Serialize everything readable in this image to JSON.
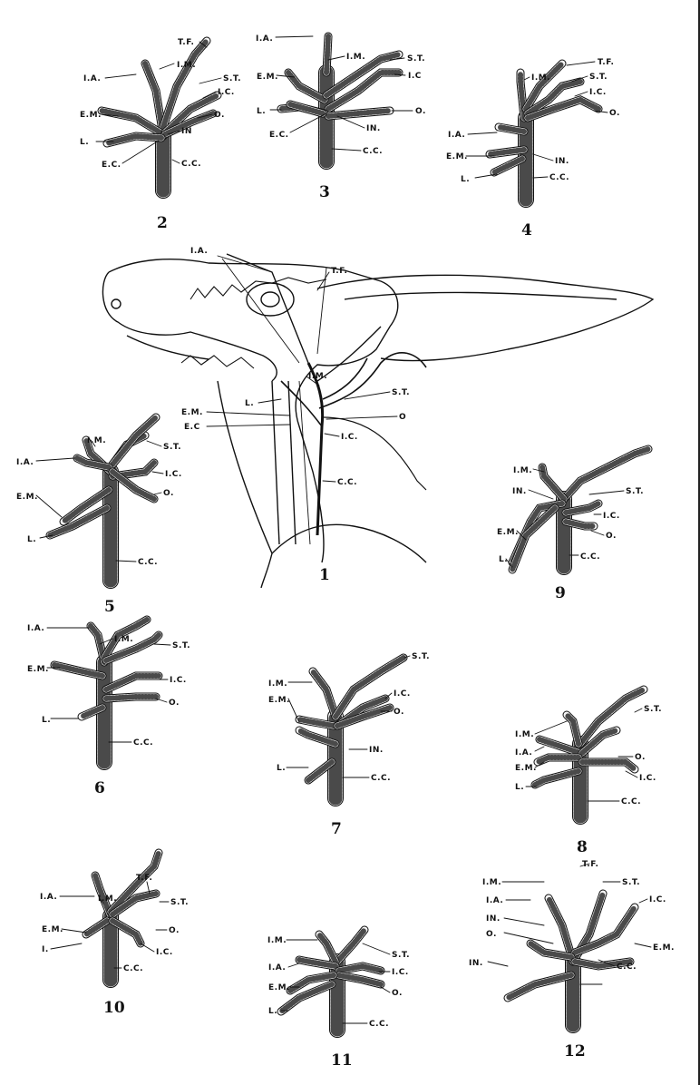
{
  "figures": [
    {
      "num": "1",
      "labels": [
        "I.A.",
        "T.F.",
        "I.M.",
        "L.",
        "S.T.",
        "E.M.",
        "E.C",
        "O",
        "I.C.",
        "C.C."
      ]
    },
    {
      "num": "2",
      "labels": [
        "T.F.",
        "I.A.",
        "I.M.",
        "S.T.",
        "I.C.",
        "E.M.",
        "O.",
        "L.",
        "IN",
        "E.C.",
        "C.C."
      ]
    },
    {
      "num": "3",
      "labels": [
        "I.A.",
        "I.M.",
        "S.T.",
        "E.M.",
        "I.C",
        "L.",
        "O.",
        "E.C.",
        "IN.",
        "C.C."
      ]
    },
    {
      "num": "4",
      "labels": [
        "T.F.",
        "I.M.",
        "S.T.",
        "I.C.",
        "O.",
        "I.A.",
        "E.M.",
        "IN.",
        "L.",
        "C.C."
      ]
    },
    {
      "num": "5",
      "labels": [
        "I.M.",
        "S.T.",
        "I.A.",
        "I.C.",
        "O.",
        "E.M.",
        "L.",
        "C.C."
      ]
    },
    {
      "num": "6",
      "labels": [
        "I.A.",
        "I.M.",
        "S.T.",
        "E.M.",
        "I.C.",
        "O.",
        "L.",
        "C.C."
      ]
    },
    {
      "num": "7",
      "labels": [
        "S.T.",
        "I.M.",
        "I.C.",
        "O.",
        "E.M.",
        "IN.",
        "L.",
        "C.C."
      ]
    },
    {
      "num": "8",
      "labels": [
        "S.T.",
        "I.M.",
        "I.A.",
        "O.",
        "E.M.",
        "I.C.",
        "L.",
        "C.C."
      ]
    },
    {
      "num": "9",
      "labels": [
        "I.M.",
        "S.T.",
        "IN.",
        "I.C.",
        "E.M.",
        "O.",
        "L.",
        "C.C."
      ]
    },
    {
      "num": "10",
      "labels": [
        "T.F.",
        "I.A.",
        "I.M.",
        "S.T.",
        "O.",
        "E.M.",
        "I.C.",
        "I.",
        "C.C."
      ]
    },
    {
      "num": "11",
      "labels": [
        "I.M.",
        "S.T.",
        "I.A.",
        "I.C.",
        "E.M.",
        "O.",
        "L.",
        "C.C."
      ]
    },
    {
      "num": "12",
      "labels": [
        "T.F.",
        "I.M.",
        "S.T.",
        "I.A.",
        "I.C.",
        "IN.",
        "O.",
        "E.M.",
        "IN.",
        "C.C."
      ]
    }
  ],
  "colors": {
    "ink": "#111111",
    "paper": "#ffffff",
    "vessel_fill": "#f4f4f4"
  }
}
